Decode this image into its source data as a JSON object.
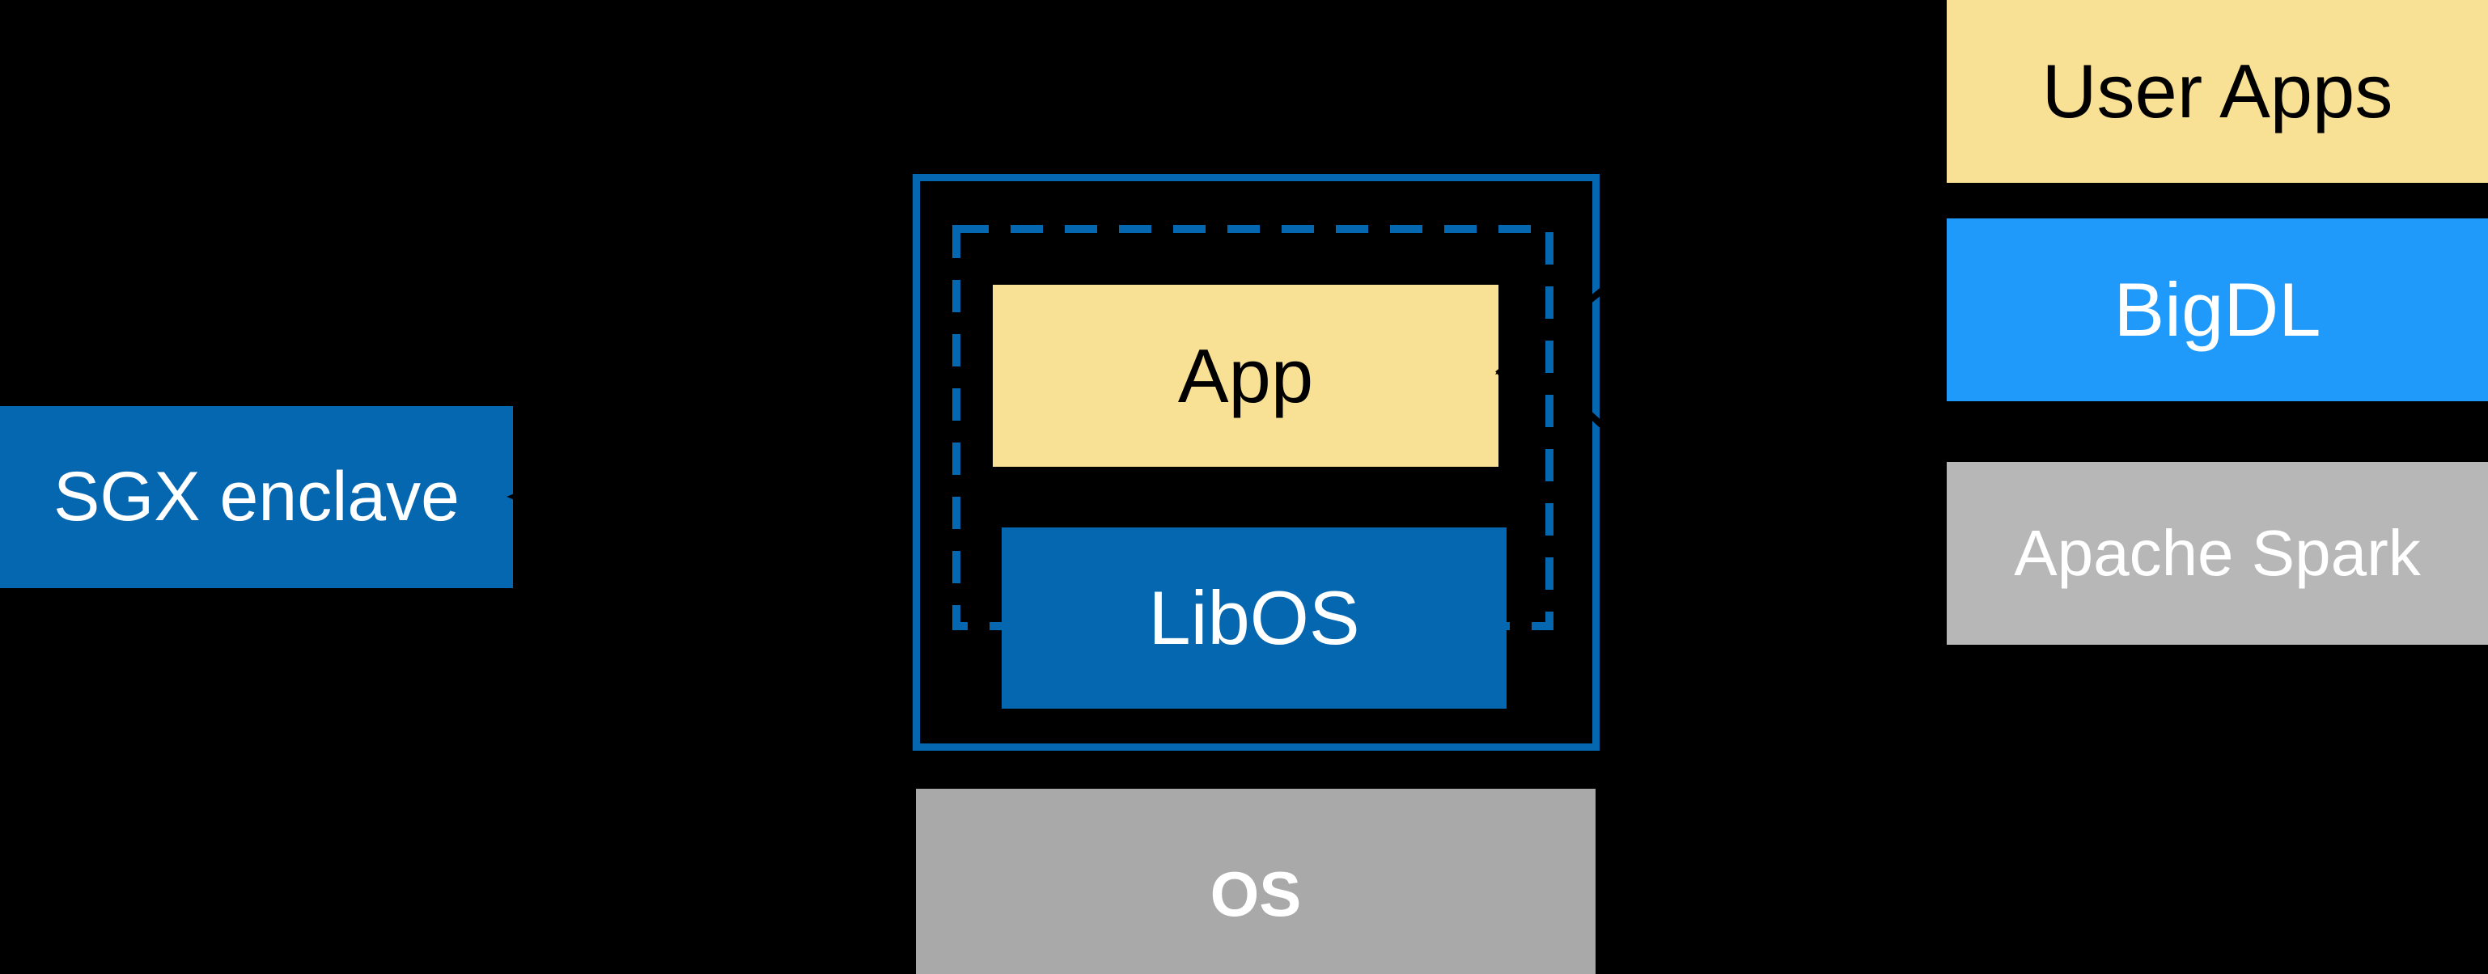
{
  "canvas": {
    "background": "#000000"
  },
  "colors": {
    "intel_blue": "#0667B1",
    "light_blue": "#1F9AFA",
    "yellow": "#F8E094",
    "gray_spark": "#B7B7B7",
    "gray_os": "#A9A9A9",
    "annotation_black": "#000000",
    "white": "#FFFFFF",
    "black_text": "#000000"
  },
  "sgx": {
    "label": "SGX enclave"
  },
  "enclave": {
    "app": {
      "label": "App"
    },
    "libos": {
      "label": "LibOS"
    }
  },
  "os": {
    "label": "OS"
  },
  "stack": {
    "user_apps": {
      "label": "User Apps"
    },
    "bigdl": {
      "label": "BigDL"
    },
    "apache_spark": {
      "label": "Apache Spark"
    }
  }
}
